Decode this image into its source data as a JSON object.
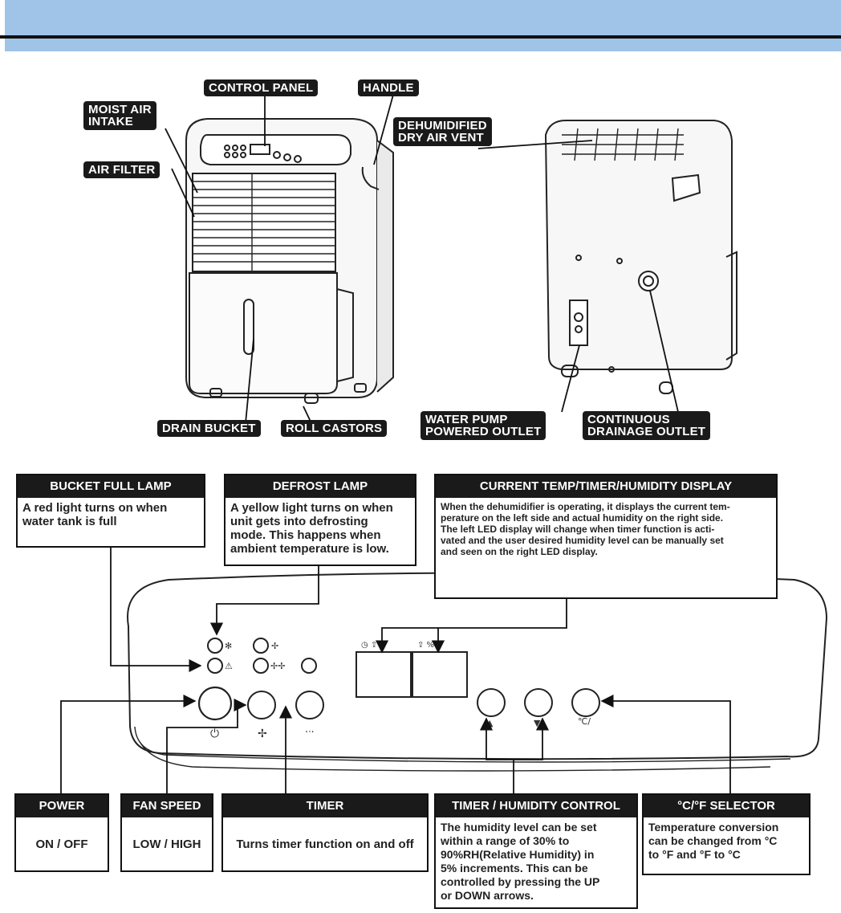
{
  "product_labels": {
    "moist_air_intake": "MOIST AIR\nINTAKE",
    "control_panel": "CONTROL PANEL",
    "handle": "HANDLE",
    "air_filter": "AIR FILTER",
    "dry_air_vent": "DEHUMIDIFIED\nDRY AIR VENT",
    "drain_bucket": "DRAIN BUCKET",
    "roll_castors": "ROLL CASTORS",
    "water_pump_outlet": "WATER PUMP\nPOWERED OUTLET",
    "continuous_drainage_outlet": "CONTINUOUS\nDRAINAGE OUTLET"
  },
  "info_boxes": {
    "bucket_full": {
      "title": "BUCKET FULL LAMP",
      "body": "A red light turns on when\nwater tank is full"
    },
    "defrost": {
      "title": "DEFROST LAMP",
      "body": "A yellow light turns on when\nunit gets into defrosting\nmode. This happens when\nambient temperature is low."
    },
    "display": {
      "title": "CURRENT TEMP/TIMER/HUMIDITY DISPLAY",
      "body": "When the dehumidifier is operating, it displays the current tem-\nperature on the left side and actual humidity on the right side.\nThe left LED display will change when timer function is acti-\nvated and the user desired humidity level can be manually set\nand seen on the right LED display."
    },
    "power": {
      "title": "POWER",
      "body": "ON / OFF"
    },
    "fan_speed": {
      "title": "FAN SPEED",
      "body": "LOW / HIGH"
    },
    "timer": {
      "title": "TIMER",
      "body": "Turns timer function on and off"
    },
    "timer_humidity": {
      "title": "TIMER / HUMIDITY CONTROL",
      "body": "The humidity level can be set\nwithin a range of 30% to\n90%RH(Relative Humidity) in\n5% increments. This can be\ncontrolled by pressing the UP\nor DOWN arrows."
    },
    "unit_selector": {
      "title": "°C/°F SELECTOR",
      "body": "Temperature conversion\ncan be changed from °C\nto °F and °F to °C"
    }
  },
  "panel_glyphs": {
    "display_left": "◷ ⇪",
    "display_right": "⇪ %♦"
  },
  "icons": [
    "power-icon",
    "fan-icon",
    "timer-icon",
    "up-arrow-icon",
    "down-arrow-icon",
    "unit-toggle-icon",
    "snowflake-icon",
    "warning-icon",
    "fan-low-icon",
    "fan-high-icon"
  ]
}
